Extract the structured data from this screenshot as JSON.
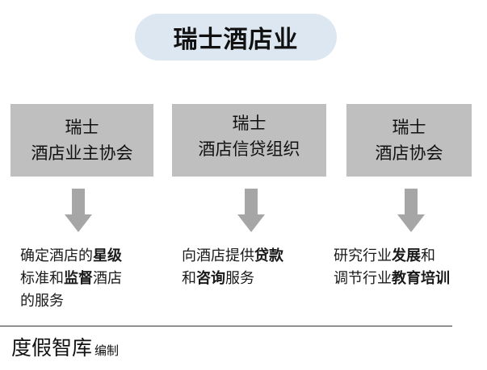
{
  "title": "瑞士酒店业",
  "orgs": [
    {
      "line1": "瑞士",
      "line2": "酒店业主协会",
      "arrow_icon": "down-arrow-icon",
      "desc": [
        [
          {
            "t": "确定酒店的",
            "b": false
          },
          {
            "t": "星级",
            "b": true
          }
        ],
        [
          {
            "t": "标准和",
            "b": false
          },
          {
            "t": "监督",
            "b": true
          },
          {
            "t": "酒店",
            "b": false
          }
        ],
        [
          {
            "t": "的服务",
            "b": false
          }
        ]
      ]
    },
    {
      "line1": "瑞士",
      "line2": "酒店信贷组织",
      "arrow_icon": "down-arrow-icon",
      "desc": [
        [
          {
            "t": "向酒店提供",
            "b": false
          },
          {
            "t": "贷款",
            "b": true
          }
        ],
        [
          {
            "t": "和",
            "b": false
          },
          {
            "t": "咨询",
            "b": true
          },
          {
            "t": "服务",
            "b": false
          }
        ]
      ]
    },
    {
      "line1": "瑞士",
      "line2": "酒店协会",
      "arrow_icon": "down-arrow-icon",
      "desc": [
        [
          {
            "t": "研究行业",
            "b": false
          },
          {
            "t": "发展",
            "b": true
          },
          {
            "t": "和",
            "b": false
          }
        ],
        [
          {
            "t": "调节行业",
            "b": false
          },
          {
            "t": "教育培训",
            "b": true
          }
        ]
      ]
    }
  ],
  "footer": {
    "brand": "度假智库",
    "suffix": "编制"
  },
  "colors": {
    "title_pill": "#dde7f1",
    "box": "#bfbfbf",
    "arrow": "#a6a6a6"
  }
}
